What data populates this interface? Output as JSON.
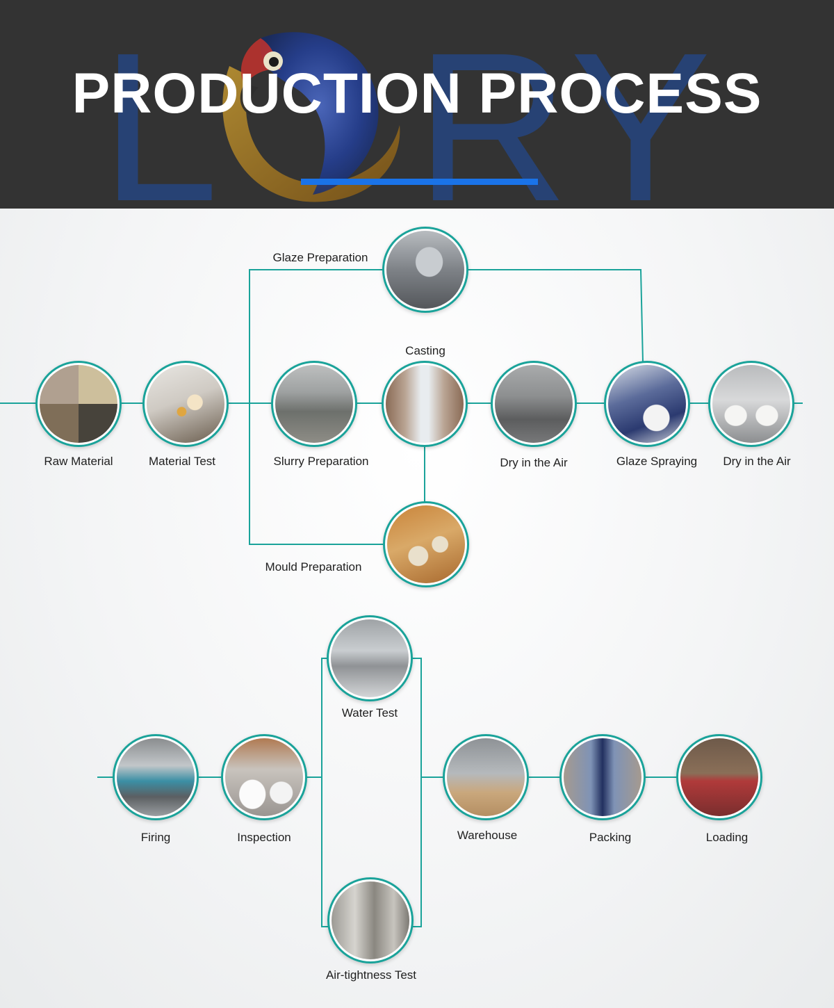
{
  "banner": {
    "title": "PRODUCTION PROCESS",
    "watermark": "LORY",
    "watermark_color": "#23488a",
    "accent_color": "#1a73e8",
    "background": "#333333"
  },
  "diagram": {
    "node_border_color": "#1aa39a",
    "connector_color": "#1aa39a",
    "steps": [
      {
        "id": "raw_material",
        "label": "Raw Material",
        "photo": "raw-material-photo"
      },
      {
        "id": "material_test",
        "label": "Material Test",
        "photo": "lab-test-photo"
      },
      {
        "id": "glaze_preparation",
        "label": "Glaze Preparation",
        "photo": "glaze-mixer-photo"
      },
      {
        "id": "slurry_preparation",
        "label": "Slurry Preparation",
        "photo": "factory-hall-photo"
      },
      {
        "id": "casting",
        "label": "Casting",
        "photo": "casting-line-photo"
      },
      {
        "id": "mould_preparation",
        "label": "Mould Preparation",
        "photo": "plaster-moulds-photo"
      },
      {
        "id": "dry_in_the_air_1",
        "label": "Dry in the Air",
        "photo": "drying-rack-photo"
      },
      {
        "id": "glaze_spraying",
        "label": "Glaze Spraying",
        "photo": "spray-robot-photo"
      },
      {
        "id": "dry_in_the_air_2",
        "label": "Dry in the Air",
        "photo": "toilet-rows-photo"
      },
      {
        "id": "firing",
        "label": "Firing",
        "photo": "kiln-photo"
      },
      {
        "id": "inspection",
        "label": "Inspection",
        "photo": "inspection-basins-photo"
      },
      {
        "id": "water_test",
        "label": "Water Test",
        "photo": "water-test-line-photo"
      },
      {
        "id": "air_tightness_test",
        "label": "Air-tightness Test",
        "photo": "pressure-machine-photo"
      },
      {
        "id": "warehouse",
        "label": "Warehouse",
        "photo": "warehouse-photo"
      },
      {
        "id": "packing",
        "label": "Packing",
        "photo": "wrapping-machine-photo"
      },
      {
        "id": "loading",
        "label": "Loading",
        "photo": "container-loading-photo"
      }
    ]
  }
}
